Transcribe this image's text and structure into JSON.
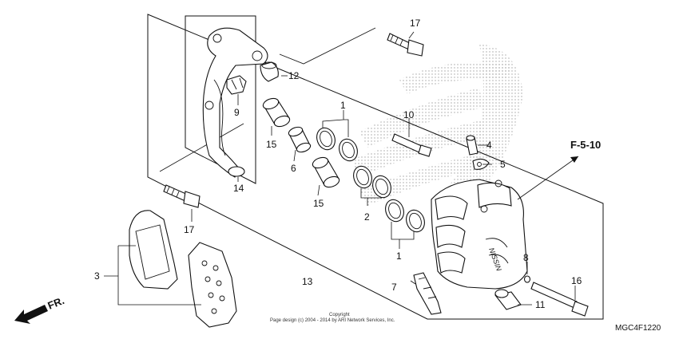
{
  "diagram": {
    "ref_code": "F-5-10",
    "fr_label": "FR.",
    "drawing_id": "MGC4F1220",
    "copyright_line1": "Copyright",
    "copyright_line2": "Page design (c) 2004 - 2014 by ARI Network Services, Inc.",
    "watermark": "HONDA wing",
    "callouts": [
      {
        "id": "c1a",
        "label": "1"
      },
      {
        "id": "c1b",
        "label": "1"
      },
      {
        "id": "c2",
        "label": "2"
      },
      {
        "id": "c3",
        "label": "3"
      },
      {
        "id": "c4",
        "label": "4"
      },
      {
        "id": "c5",
        "label": "5"
      },
      {
        "id": "c6",
        "label": "6"
      },
      {
        "id": "c7",
        "label": "7"
      },
      {
        "id": "c8",
        "label": "8"
      },
      {
        "id": "c9",
        "label": "9"
      },
      {
        "id": "c10",
        "label": "10"
      },
      {
        "id": "c11",
        "label": "11"
      },
      {
        "id": "c12",
        "label": "12"
      },
      {
        "id": "c13",
        "label": "13"
      },
      {
        "id": "c14",
        "label": "14"
      },
      {
        "id": "c15a",
        "label": "15"
      },
      {
        "id": "c15b",
        "label": "15"
      },
      {
        "id": "c16",
        "label": "16"
      },
      {
        "id": "c17a",
        "label": "17"
      },
      {
        "id": "c17b",
        "label": "17"
      }
    ]
  }
}
